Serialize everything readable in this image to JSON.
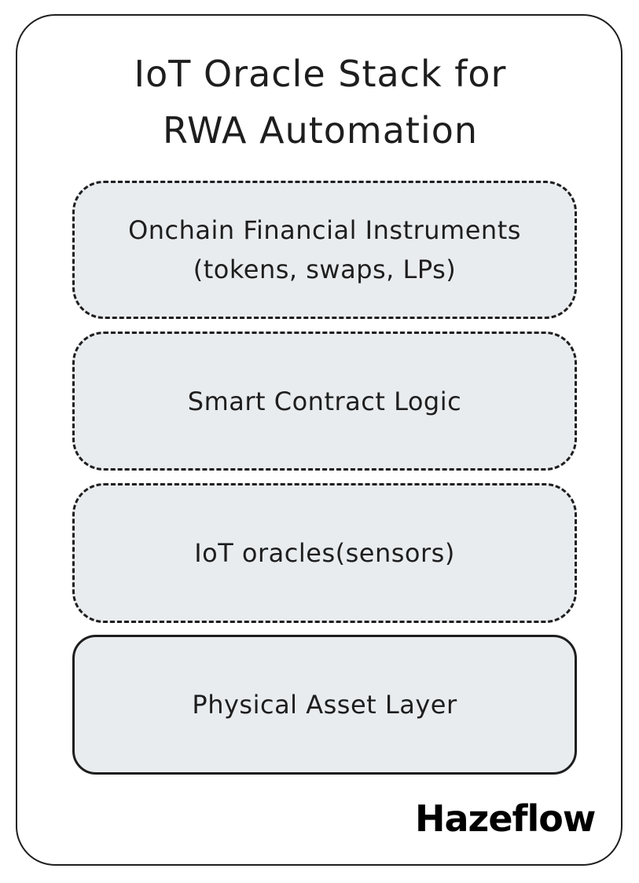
{
  "title_lines": [
    "IoT Oracle Stack for",
    "RWA Automation"
  ],
  "layers": [
    {
      "lines": [
        "Onchain Financial Instruments",
        "(tokens, swaps, LPs)"
      ],
      "border": "dashed"
    },
    {
      "lines": [
        "Smart Contract Logic"
      ],
      "border": "dashed"
    },
    {
      "lines": [
        "IoT oracles(sensors)"
      ],
      "border": "dashed"
    },
    {
      "lines": [
        "Physical Asset Layer"
      ],
      "border": "solid"
    }
  ],
  "logo": "Hazeflow",
  "colors": {
    "box_fill": "#e9ecef",
    "stroke": "#1e1e1e"
  }
}
